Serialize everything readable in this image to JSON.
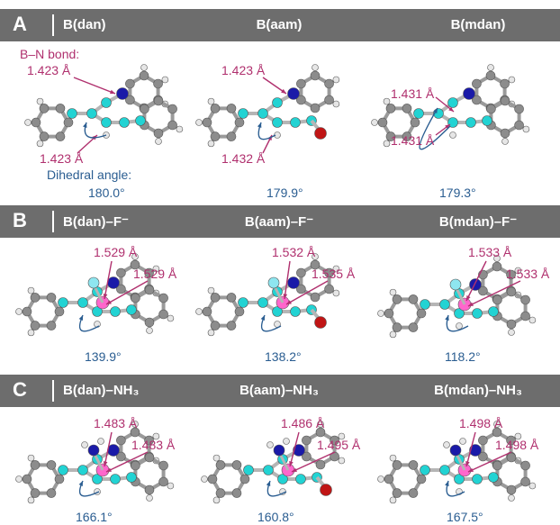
{
  "colors": {
    "band": "#6d6d6d",
    "bond_label": "#b0306e",
    "angle_label": "#2a5d91",
    "boron": "#ff66cc",
    "nitrogen": "#1a1aa8",
    "oxygen": "#c01515",
    "fluorine": "#8ee6f0",
    "carbon": "#8c8c8c",
    "highlight_carbon": "#22d3d3",
    "hydrogen": "#e6e6e6"
  },
  "rows": [
    {
      "letter": "A",
      "titles": [
        "B(dan)",
        "B(aam)",
        "B(mdan)"
      ],
      "panels": [
        {
          "bond_heading_1": "B–N bond:",
          "bond1": "1.423 Å",
          "bond2": "1.423 Å",
          "angle_heading": "Dihedral angle:",
          "angle": "180.0°"
        },
        {
          "bond1": "1.423 Å",
          "bond2": "1.432 Å",
          "angle": "179.9°"
        },
        {
          "bond1": "1.431 Å",
          "bond2": "1.431 Å",
          "angle": "179.3°"
        }
      ]
    },
    {
      "letter": "B",
      "titles": [
        "B(dan)–F⁻",
        "B(aam)–F⁻",
        "B(mdan)–F⁻"
      ],
      "panels": [
        {
          "bond1": "1.529 Å",
          "bond2": "1.529 Å",
          "angle": "139.9°"
        },
        {
          "bond1": "1.532 Å",
          "bond2": "1.535 Å",
          "angle": "138.2°"
        },
        {
          "bond1": "1.533 Å",
          "bond2": "1.533 Å",
          "angle": "118.2°"
        }
      ]
    },
    {
      "letter": "C",
      "titles": [
        "B(dan)–NH₃",
        "B(aam)–NH₃",
        "B(mdan)–NH₃"
      ],
      "panels": [
        {
          "bond1": "1.483 Å",
          "bond2": "1.483 Å",
          "angle": "166.1°"
        },
        {
          "bond1": "1.486 Å",
          "bond2": "1.495 Å",
          "angle": "160.8°"
        },
        {
          "bond1": "1.498 Å",
          "bond2": "1.498 Å",
          "angle": "167.5°"
        }
      ]
    }
  ]
}
